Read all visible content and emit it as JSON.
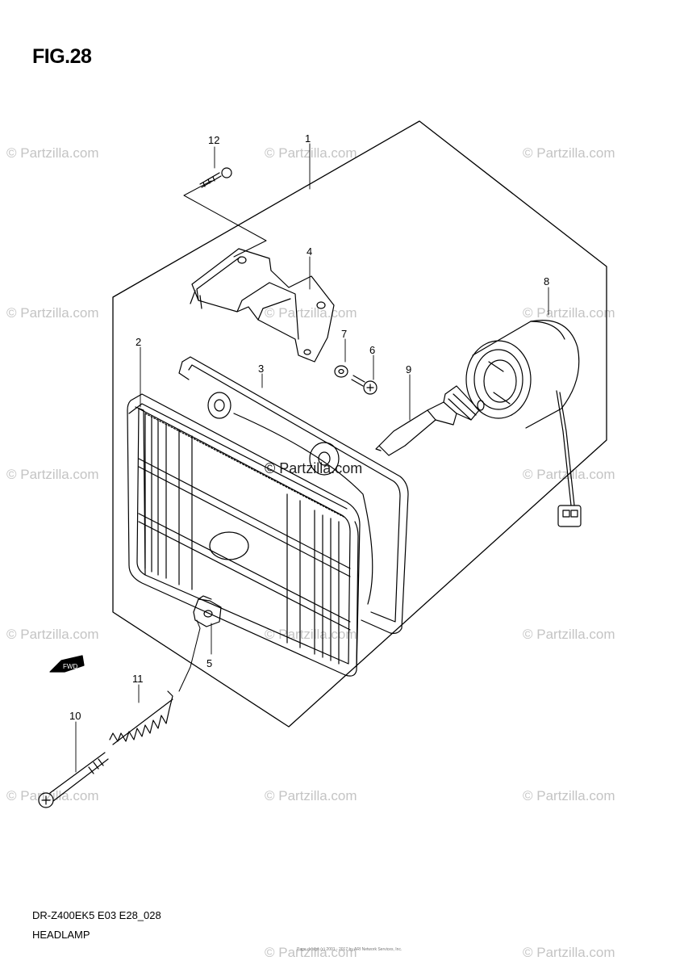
{
  "figure": {
    "title": "FIG.28"
  },
  "watermark": "© Partzilla.com",
  "callouts": [
    "1",
    "2",
    "3",
    "4",
    "5",
    "6",
    "7",
    "8",
    "9",
    "10",
    "11",
    "12"
  ],
  "fwd_label": "FWD",
  "footer": {
    "code": "DR-Z400EK5 E03 E28_028",
    "name": "HEADLAMP",
    "copyright": "Page design (c) 2001 - 2017 by ARI Network Services, Inc."
  }
}
